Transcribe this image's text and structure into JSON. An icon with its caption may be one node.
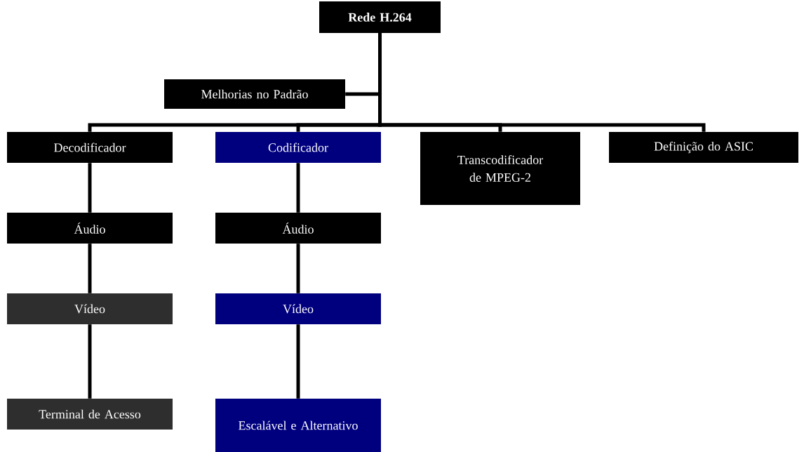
{
  "diagram": {
    "nodes": [
      {
        "text": [
          "Rede H.264"
        ]
      },
      {
        "text": [
          "Melhorias no Padrão"
        ]
      },
      {
        "text": [
          "Decodificador"
        ]
      },
      {
        "text": [
          "Codificador"
        ]
      },
      {
        "text": [
          "Transcodificador de MPEG-2"
        ]
      },
      {
        "text": [
          "Definição do ASIC"
        ]
      },
      {
        "text": [
          "Áudio"
        ]
      },
      {
        "text": [
          "Áudio"
        ]
      },
      {
        "text": [
          "Vídeo"
        ]
      },
      {
        "text": [
          "Vídeo"
        ]
      },
      {
        "text": [
          "Terminal de Acesso"
        ]
      },
      {
        "text": [
          "Escalável e Alternativo"
        ]
      }
    ],
    "edges": [
      {
        "from": 0,
        "to": 1,
        "arrow": "none"
      },
      {
        "from": 0,
        "to": 2,
        "arrow": "none"
      },
      {
        "from": 0,
        "to": 3,
        "arrow": "none"
      },
      {
        "from": 0,
        "to": 4,
        "arrow": "none"
      },
      {
        "from": 0,
        "to": 5,
        "arrow": "none"
      },
      {
        "from": 2,
        "to": 6,
        "arrow": "none"
      },
      {
        "from": 6,
        "to": 8,
        "arrow": "none"
      },
      {
        "from": 8,
        "to": 10,
        "arrow": "none"
      },
      {
        "from": 3,
        "to": 7,
        "arrow": "none"
      },
      {
        "from": 7,
        "to": 9,
        "arrow": "none"
      },
      {
        "from": 9,
        "to": 11,
        "arrow": "none"
      }
    ]
  }
}
